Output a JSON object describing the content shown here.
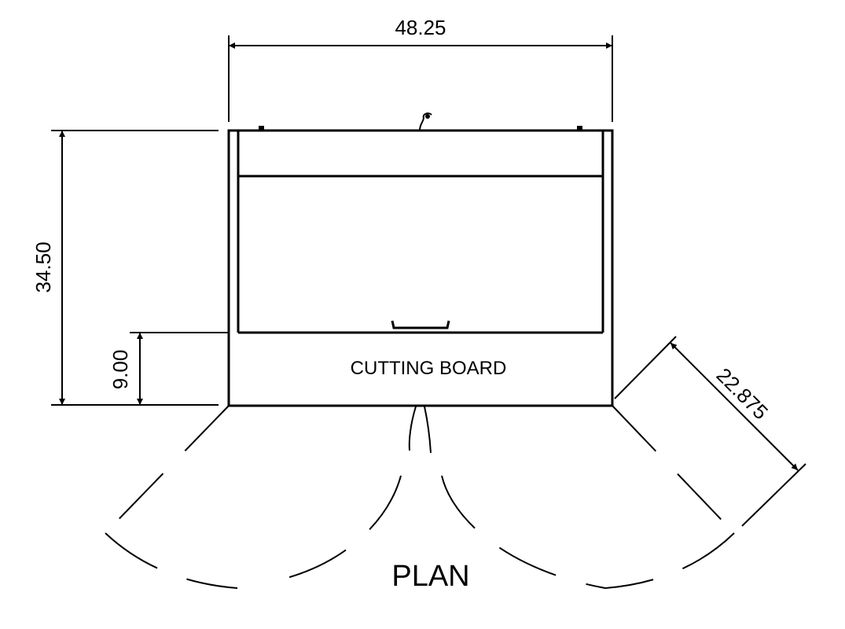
{
  "drawing": {
    "view_title": "PLAN",
    "section_label": "CUTTING BOARD",
    "dimensions": {
      "overall_width": "48.25",
      "overall_depth": "34.50",
      "cutting_board_depth": "9.00",
      "door_swing": "22.875"
    },
    "colors": {
      "line": "#000000",
      "background": "#ffffff"
    }
  }
}
